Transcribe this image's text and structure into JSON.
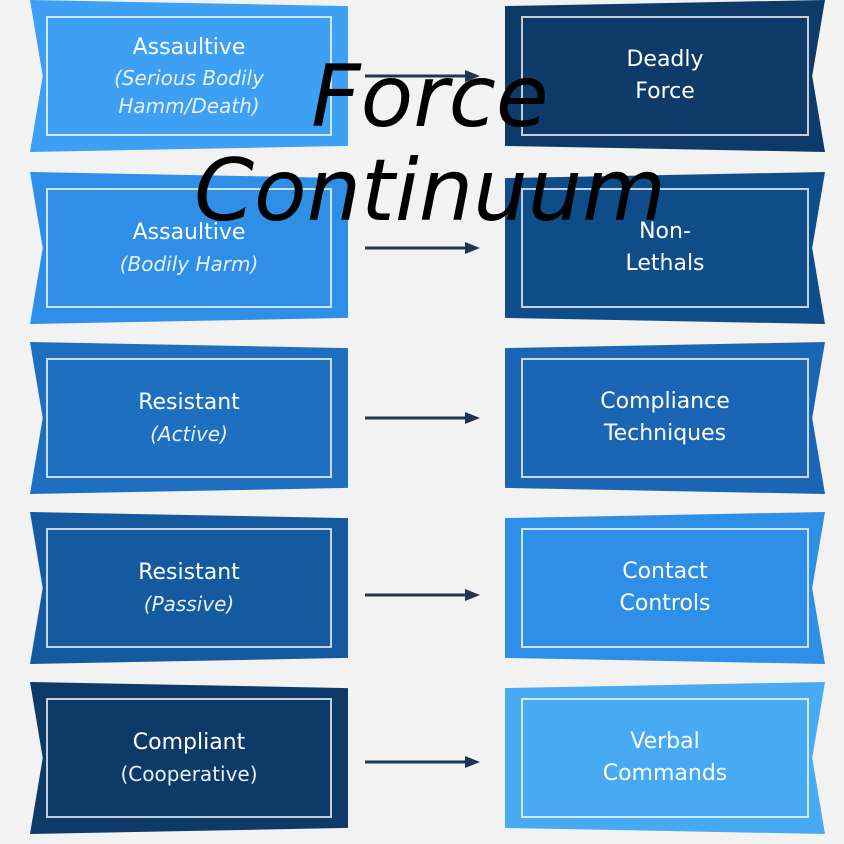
{
  "title": {
    "line1": "Force",
    "line2": "Continuum"
  },
  "rows": [
    {
      "left": {
        "line1": "Assaultive",
        "line2": "(Serious Bodily Hamm/Death)",
        "color": "#3da0f2",
        "italic": true
      },
      "right": {
        "line1": "Deadly",
        "line2": "Force",
        "color": "#0d3a66"
      }
    },
    {
      "left": {
        "line1": "Assaultive",
        "line2": "(Bodily Harm)",
        "color": "#2f8fe6",
        "italic": true
      },
      "right": {
        "line1": "Non-",
        "line2": "Lethals",
        "color": "#0f4d8a"
      }
    },
    {
      "left": {
        "line1": "Resistant",
        "line2": "(Active)",
        "color": "#1e6fc0",
        "italic": true
      },
      "right": {
        "line1": "Compliance",
        "line2": "Techniques",
        "color": "#1a66b4"
      }
    },
    {
      "left": {
        "line1": "Resistant",
        "line2": "(Passive)",
        "color": "#155a9e",
        "italic": true
      },
      "right": {
        "line1": "Contact",
        "line2": "Controls",
        "color": "#2f8fe6"
      }
    },
    {
      "left": {
        "line1": "Compliant",
        "line2": "(Cooperative)",
        "color": "#0d3a66",
        "italic": false
      },
      "right": {
        "line1": "Verbal",
        "line2": "Commands",
        "color": "#47aaf3"
      }
    }
  ],
  "arrow_color": "#1f3550"
}
